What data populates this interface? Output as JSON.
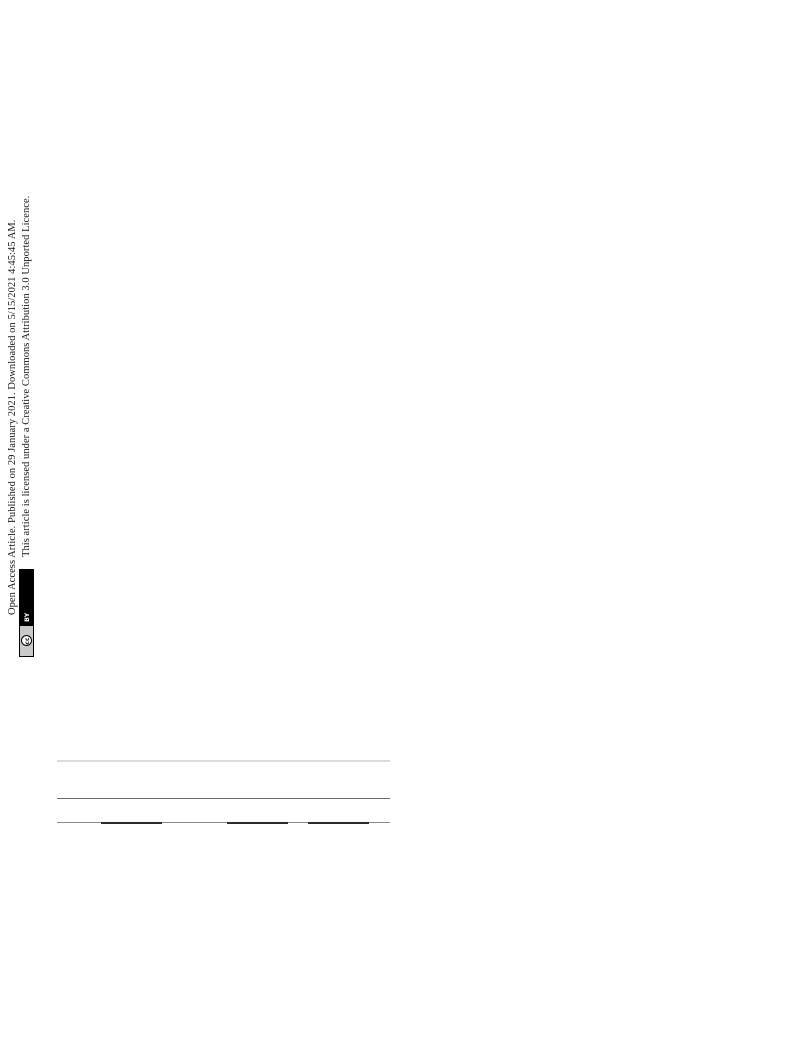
{
  "banner": {
    "line1": "Open Access Article. Published on 29 January 2021. Downloaded on 5/15/2021 4:45:45 AM.",
    "line2": "This article is licensed under a Creative Commons Attribution 3.0 Unported Licence."
  },
  "license_badge": {
    "cc_text": "cc",
    "by_text": "BY"
  }
}
